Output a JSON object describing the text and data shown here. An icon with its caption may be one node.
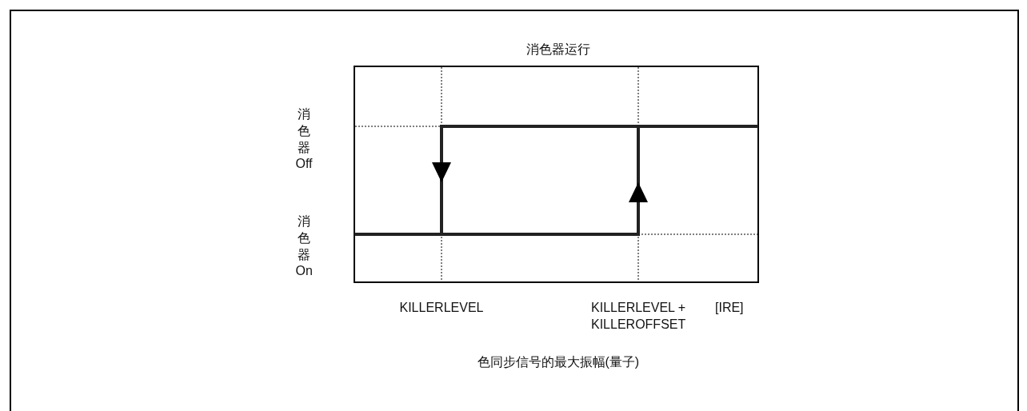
{
  "diagram": {
    "title": "消色器运行",
    "caption": "色同步信号的最大振幅(量子)",
    "labels": [
      "消色器 Off",
      "消色器 On",
      "KILLERLEVEL",
      "KILLERLEVEL + KILLEROFFSET",
      "[IRE]"
    ]
  }
}
